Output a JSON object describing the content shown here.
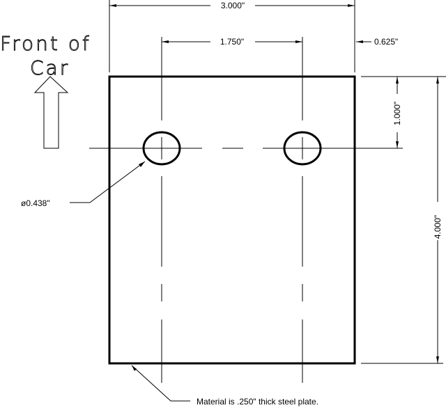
{
  "drawing": {
    "front_label_line1": "Front of",
    "front_label_line2": "Car",
    "dim_width": "3.000\"",
    "dim_hole_spacing": "1.750\"",
    "dim_edge_offset": "0.625\"",
    "dim_hole_from_top": "1.000\"",
    "dim_height": "4.000\"",
    "hole_diameter": "ø0.438\"",
    "material_note": "Material is .250\" thick steel plate."
  }
}
